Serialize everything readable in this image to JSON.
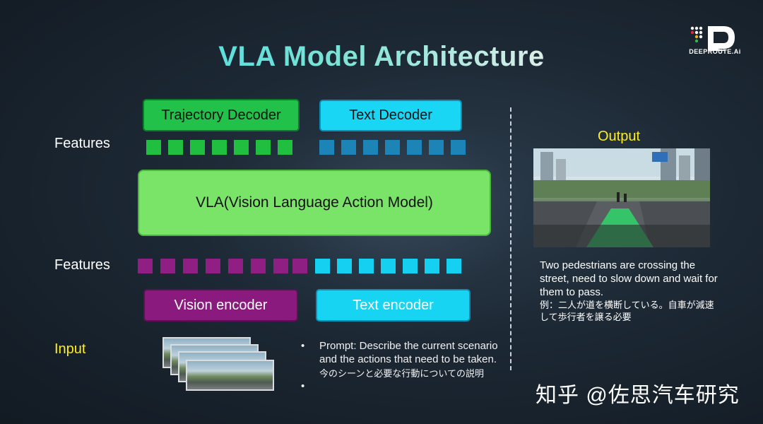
{
  "title": "VLA Model Architecture",
  "logo": {
    "text": "DEEPROUTE.Ai"
  },
  "decoders": {
    "trajectory": "Trajectory Decoder",
    "text": "Text Decoder"
  },
  "model": {
    "label": "VLA(Vision Language Action Model)"
  },
  "encoders": {
    "vision": "Vision encoder",
    "text": "Text encoder"
  },
  "labels": {
    "features_top": "Features",
    "features_bottom": "Features",
    "input": "Input",
    "output": "Output"
  },
  "prompt": {
    "bullet": "•",
    "text": "Prompt: Describe the current scenario and the actions that need to be taken.",
    "japanese": "今のシーンと必要な行動についての説明"
  },
  "output_text": {
    "english": "Two pedestrians are crossing the street, need to slow down and wait for them to pass.",
    "japanese": "例：二人が道を横断している。自車が減速して歩行者を譲る必要"
  },
  "watermark": "知乎 @佐思汽车研究",
  "colors": {
    "trajectory": "#21c14a",
    "text_decoder": "#19d6f4",
    "vla": "#79e468",
    "vision_encoder": "#8b1a7f",
    "text_encoder": "#17d4f3",
    "highlight": "#ffee1c"
  }
}
